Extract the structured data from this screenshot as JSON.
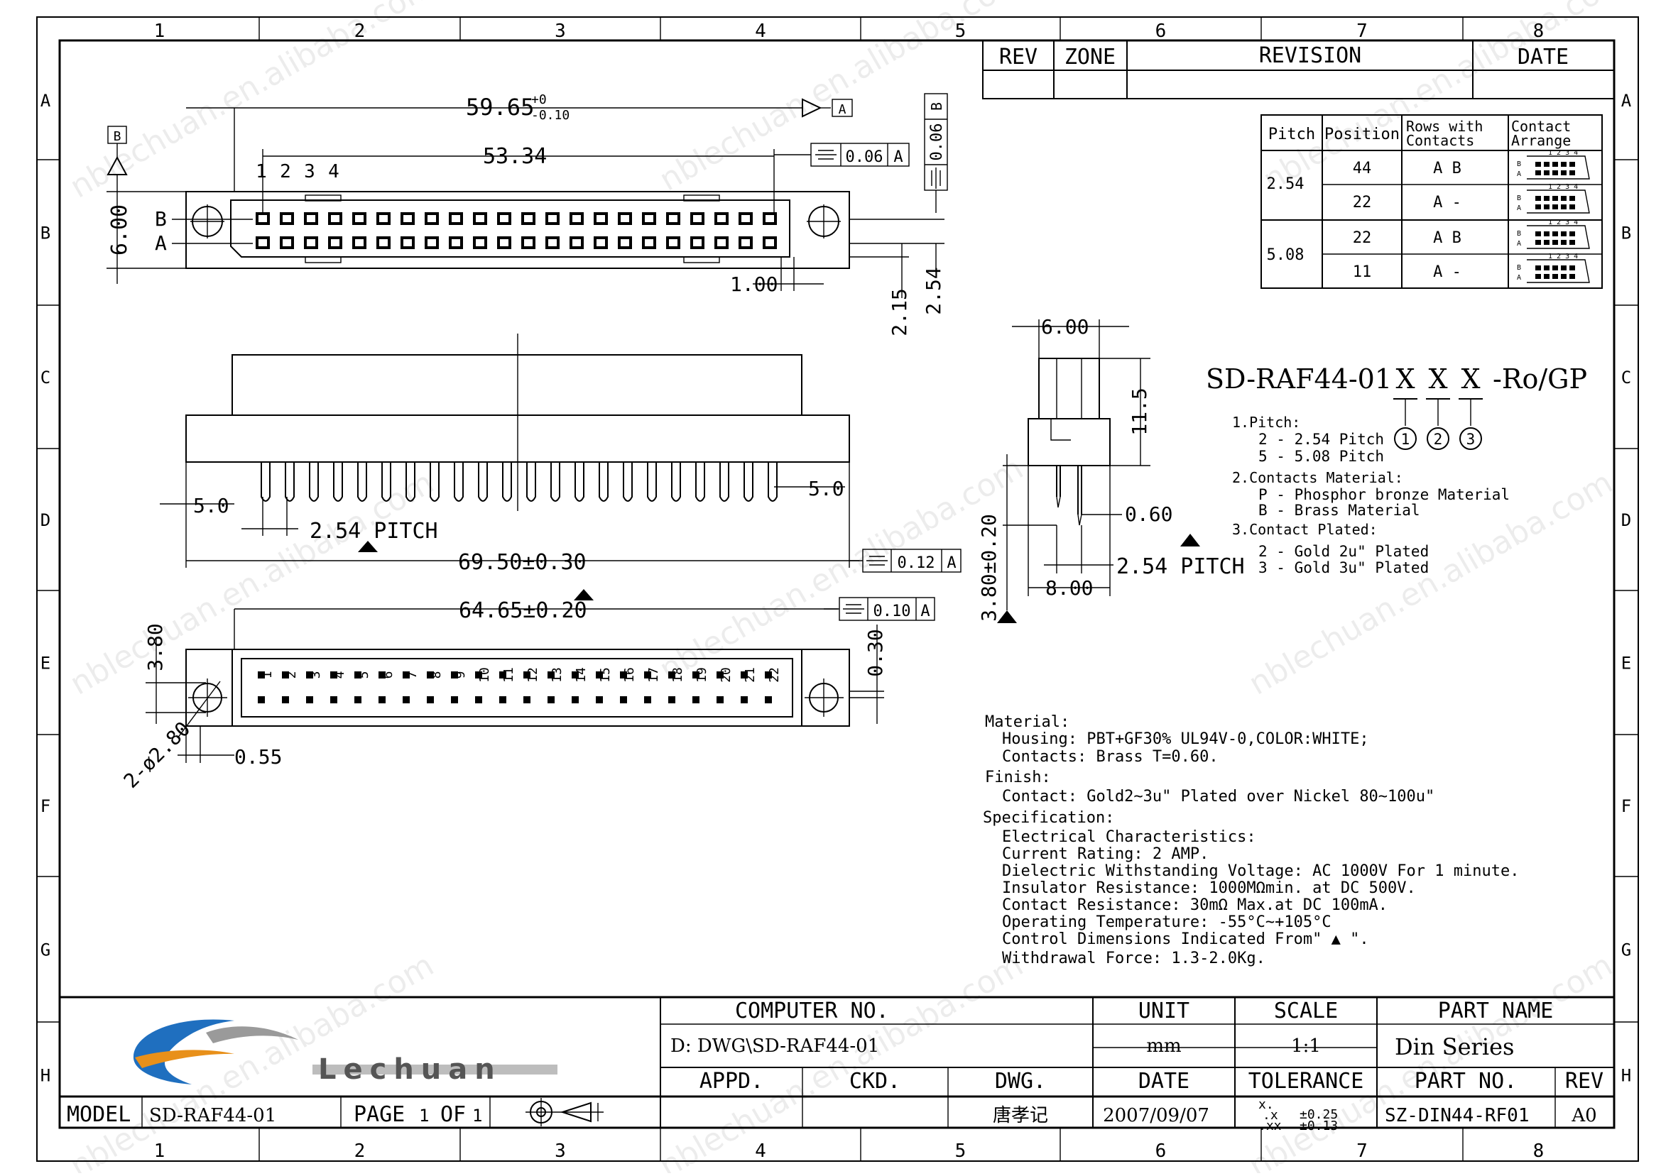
{
  "border": {
    "cols": [
      "1",
      "2",
      "3",
      "4",
      "5",
      "6",
      "7",
      "8"
    ],
    "rows": [
      "A",
      "B",
      "C",
      "D",
      "E",
      "F",
      "G",
      "H"
    ]
  },
  "watermark": "nblechuan.en.alibaba.com",
  "revision_block": {
    "rev": "REV",
    "zone": "ZONE",
    "revision": "REVISION",
    "date": "DATE"
  },
  "pitch_table": {
    "headers": [
      "Pitch",
      "Position",
      "Rows with Contacts",
      "Contact Arrange"
    ],
    "header_rows_with": "Rows with",
    "header_contacts": "Contacts",
    "header_contact": "Contact",
    "header_arrange": "Arrange",
    "rows": [
      {
        "pitch": "2.54",
        "position": "44",
        "rows": "A B"
      },
      {
        "pitch": "",
        "position": "22",
        "rows": "A -"
      },
      {
        "pitch": "5.08",
        "position": "22",
        "rows": "A B"
      },
      {
        "pitch": "",
        "position": "11",
        "rows": "A -"
      }
    ],
    "mini_digits": "1 2 3 4",
    "mini_a": "A",
    "mini_b": "B"
  },
  "part_code": {
    "base": "SD-RAF44-01",
    "x1": "X",
    "x2": "X",
    "x3": "X",
    "suffix": "-Ro/GP",
    "c1": "1",
    "c2": "2",
    "c3": "3"
  },
  "options": {
    "pitch_title": "1.Pitch:",
    "pitch_opts": [
      "2 - 2.54 Pitch",
      "5 - 5.08 Pitch"
    ],
    "material_title": "2.Contacts Material:",
    "material_opts": [
      "P - Phosphor bronze Material",
      "B - Brass Material"
    ],
    "plated_title": "3.Contact Plated:",
    "plated_opts": [
      "2 - Gold 2u\" Plated",
      "3 - Gold 3u\" Plated"
    ]
  },
  "specs": {
    "material_label": "Material:",
    "housing": "Housing: PBT+GF30% UL94V-0,COLOR:WHITE;",
    "contacts": "Contacts:   Brass T=0.60.",
    "finish_label": "Finish:",
    "contact_finish": "Contact: Gold2~3u\" Plated over Nickel 80~100u\"",
    "spec_label": "Specification:",
    "spec_lines": [
      "Electrical Characteristics:",
      "Current Rating: 2 AMP.",
      "Dielectric Withstanding Voltage: AC 1000V For 1 minute.",
      "Insulator Resistance: 1000MΩmin. at DC 500V.",
      "Contact Resistance: 30mΩ Max.at DC 100mA.",
      "Operating Temperature: -55°C~+105°C",
      "Control Dimensions Indicated From\" ▲ \".",
      "Withdrawal Force: 1.3-2.0Kg."
    ]
  },
  "dims": {
    "overall_top": "59.65",
    "tol_top_up": "+0",
    "tol_top_dn": "-0.10",
    "datum_a": "A",
    "datum_b": "B",
    "span_53": "53.34",
    "pins_top": [
      "1",
      "2",
      "3",
      "4"
    ],
    "row_b": "B",
    "row_a": "A",
    "dim_600": "6.00",
    "dim_100": "1.00",
    "dim_215": "2.15",
    "dim_254v": "2.54",
    "ctrl_006": "0.06",
    "dim_50l": "5.0",
    "dim_50r": "5.0",
    "pitch_254": "2.54 PITCH",
    "dim_6950": "69.50±0.30",
    "ctrl_012": "0.12",
    "dim_6465": "64.65±0.20",
    "ctrl_010": "0.10",
    "dim_380": "3.80",
    "dim_030": "0.30",
    "dim_280": "2-ø2.80",
    "dim_055": "0.55",
    "side_600": "6.00",
    "side_115": "11.5",
    "side_060": "0.60",
    "side_380": "3.80±0.20",
    "side_800": "8.00",
    "side_pitch": "2.54 PITCH"
  },
  "bottom_pins": [
    "1",
    "2",
    "3",
    "4",
    "5",
    "6",
    "7",
    "8",
    "9",
    "10",
    "11",
    "12",
    "13",
    "14",
    "15",
    "16",
    "17",
    "18",
    "19",
    "20",
    "21",
    "22"
  ],
  "title_block": {
    "logo_text": "Lechuan",
    "computer_no_label": "COMPUTER    NO.",
    "computer_no": "D: DWG\\SD-RAF44-01",
    "unit_label": "UNIT",
    "unit": "mm",
    "scale_label": "SCALE",
    "scale": "1:1",
    "part_name_label": "PART   NAME",
    "part_name": "Din Series",
    "appd_label": "APPD.",
    "ckd_label": "CKD.",
    "dwg_label": "DWG.",
    "dwg": "唐孝记",
    "date_label": "DATE",
    "date": "2007/09/07",
    "tolerance_label": "TOLERANCE",
    "tol_x": "x.",
    "tol_xx": ".x",
    "tol_xxx": ".xx",
    "tol_v1": "±0.25",
    "tol_v2": "±0.13",
    "part_no_label": "PART  NO.",
    "part_no": "SZ-DIN44-RF01",
    "rev_label": "REV",
    "rev": "A0",
    "model_label": "MODEL",
    "model": "SD-RAF44-01",
    "page_label": "PAGE",
    "page": "1",
    "of_label": "OF",
    "of": "1"
  }
}
